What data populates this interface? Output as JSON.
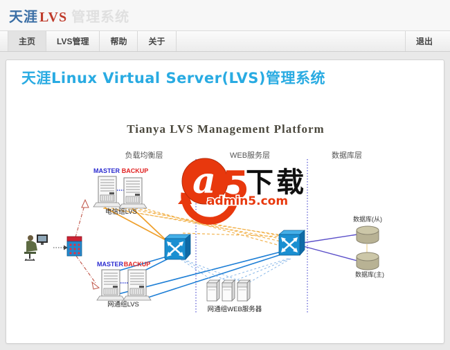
{
  "header": {
    "brand_tianya": "天涯",
    "brand_lvs": "LVS",
    "brand_suffix": "管理系统"
  },
  "nav": {
    "tabs": [
      {
        "label": "主页",
        "active": true
      },
      {
        "label": "LVS管理",
        "active": false
      },
      {
        "label": "帮助",
        "active": false
      },
      {
        "label": "关于",
        "active": false
      }
    ],
    "logout": "退出"
  },
  "main": {
    "page_title": "天涯Linux Virtual Server(LVS)管理系统"
  },
  "diagram": {
    "title": "Tianya LVS Management Platform",
    "layer_labels": {
      "load_balancing": "负载均衡层",
      "web": "WEB服务层",
      "database": "数据库层"
    },
    "telecom": {
      "master": "MASTER",
      "backup": "BACKUP",
      "group": "电信组LVS"
    },
    "netcom": {
      "master": "MASTER",
      "backup": "BACKUP",
      "group": "网通组LVS"
    },
    "web_servers_label": "网通组WEB服务器",
    "db_slave_label": "数据库(从)",
    "db_master_label": "数据库(主)"
  },
  "watermark": {
    "a": "a",
    "five": "5",
    "download": "下载",
    "site": "admin5.com"
  },
  "colors": {
    "brand_blue": "#3a6ea5",
    "brand_red": "#bf3b2b",
    "title_cyan": "#29abe2",
    "switch_blue": "#1a8fd1",
    "line_orange": "#efa02c",
    "line_blue": "#1e7fd6",
    "line_light_blue": "#8ab8e8",
    "line_purple": "#5b4fc9",
    "line_red": "#c05548",
    "separator_blue": "#5050d0",
    "db_cylinder": "#b8b294",
    "watermark_red": "#e8380d"
  }
}
